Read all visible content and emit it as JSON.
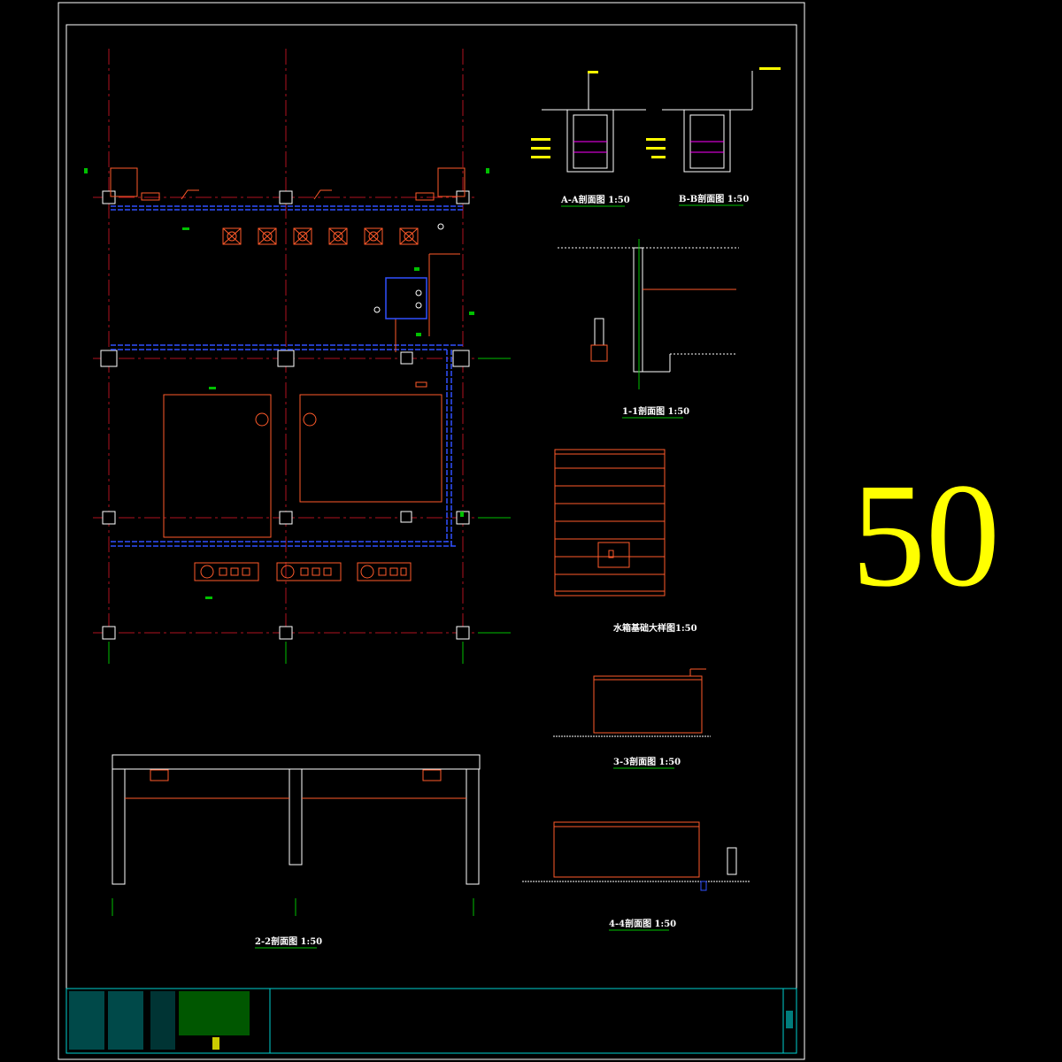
{
  "page_number": "50",
  "section_titles": {
    "aa": "A-A剖面图 1:50",
    "bb": "B-B剖面图 1:50",
    "s11": "1-1剖面图 1:50",
    "tank_base": "水箱基础大样图1:50",
    "s33": "3-3剖面图 1:50",
    "s22": "2-2剖面图 1:50",
    "s44": "4-4剖面图 1:50"
  },
  "colors": {
    "background": "#000000",
    "frame": "#ffffff",
    "axis": "#b0121f",
    "structure": "#ff5a2a",
    "pipe": "#3050ff",
    "accent_green": "#00c000",
    "highlight_yellow": "#ffff00",
    "magenta": "#ff00ff",
    "title_block": "#00d0d0"
  }
}
